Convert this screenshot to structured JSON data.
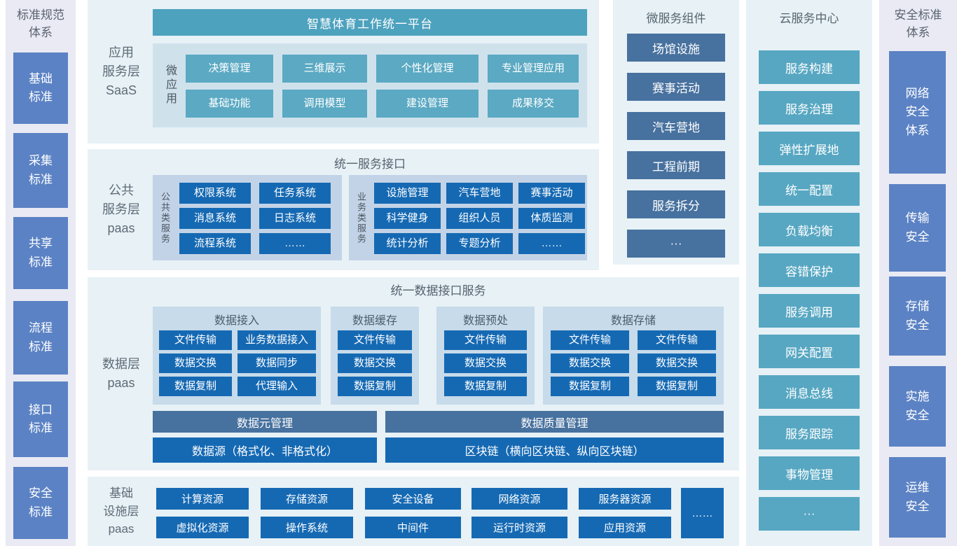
{
  "colors": {
    "header_teal": "#4da2be",
    "accent_teal": "#5ba9c3",
    "primary_blue": "#1569b3",
    "slate_blue": "#47719e",
    "sidebar_blue": "#5b82c4",
    "panel_bg": "#e7f1f6",
    "sidebar_bg": "#e9eaf3"
  },
  "left_sidebar": {
    "title": "标准规范\n体系",
    "items": [
      "基础\n标准",
      "采集\n标准",
      "共享\n标准",
      "流程\n标准",
      "接口\n标准",
      "安全\n标准"
    ]
  },
  "saas_layer": {
    "label": "应用\n服务层\nSaaS",
    "platform_title": "智慧体育工作统一平台",
    "micro_apps_label": "微应用",
    "micro_apps": [
      "决策管理",
      "三维展示",
      "个性化管理",
      "专业管理应用",
      "基础功能",
      "调用模型",
      "建设管理",
      "成果移交"
    ]
  },
  "public_service_layer": {
    "label": "公共\n服务层\npaas",
    "title": "统一服务接口",
    "common_services": {
      "label": "公共类服务",
      "items": [
        "权限系统",
        "任务系统",
        "消息系统",
        "日志系统",
        "流程系统",
        "……"
      ]
    },
    "business_services": {
      "label": "业务类服务",
      "items": [
        "设施管理",
        "汽车营地",
        "赛事活动",
        "科学健身",
        "组织人员",
        "体质监测",
        "统计分析",
        "专题分析",
        "……"
      ]
    }
  },
  "data_layer": {
    "label": "数据层\npaas",
    "title": "统一数据接口服务",
    "groups": [
      {
        "title": "数据接入",
        "items": [
          "文件传输",
          "业务数据接入",
          "数据交换",
          "数据同步",
          "数据复制",
          "代理输入"
        ]
      },
      {
        "title": "数据缓存",
        "items": [
          "文件传输",
          "数据交换",
          "数据复制"
        ]
      },
      {
        "title": "数据预处",
        "items": [
          "文件传输",
          "数据交换",
          "数据复制"
        ]
      },
      {
        "title": "数据存储",
        "items": [
          "文件传输",
          "文件传输",
          "数据交换",
          "数据交换",
          "数据复制",
          "数据复制"
        ]
      }
    ],
    "meta_bar": "数据元管理",
    "quality_bar": "数据质量管理",
    "source_bar": "数据源（格式化、非格式化）",
    "blockchain_bar": "区块链（横向区块链、纵向区块链）"
  },
  "infra_layer": {
    "label": "基础\n设施层\npaas",
    "row1": [
      "计算资源",
      "存储资源",
      "安全设备",
      "网络资源",
      "服务器资源"
    ],
    "row2": [
      "虚拟化资源",
      "操作系统",
      "中间件",
      "运行时资源",
      "应用资源"
    ],
    "ellipsis": "……"
  },
  "microservices": {
    "title": "微服务组件",
    "items": [
      "场馆设施",
      "赛事活动",
      "汽车营地",
      "工程前期",
      "服务拆分",
      "···"
    ]
  },
  "cloud_center": {
    "title": "云服务中心",
    "items": [
      "服务构建",
      "服务治理",
      "弹性扩展地",
      "统一配置",
      "负载均衡",
      "容错保护",
      "服务调用",
      "网关配置",
      "消息总线",
      "服务跟踪",
      "事物管理",
      "···"
    ]
  },
  "right_sidebar": {
    "title": "安全标准\n体系",
    "items": [
      "网络\n安全\n体系",
      "传输\n安全",
      "存储\n安全",
      "实施\n安全",
      "运维\n安全"
    ]
  }
}
